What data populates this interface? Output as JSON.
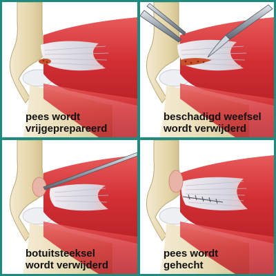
{
  "panels": [
    {
      "step": "pees-vrijgeprepareerd",
      "caption": [
        "pees wordt",
        "vrijgeprepareerd"
      ]
    },
    {
      "step": "weefsel-verwijderd",
      "caption": [
        "beschadigd weefsel",
        "wordt verwijderd"
      ]
    },
    {
      "step": "botuitsteeksel-verwijderd",
      "caption": [
        "botuitsteeksel",
        "wordt verwijderd"
      ]
    },
    {
      "step": "pees-gehecht",
      "caption": [
        "pees wordt",
        "gehecht"
      ]
    }
  ],
  "colors": {
    "frame": "#1f8a7e",
    "bone": "#e8dcb4",
    "muscle": "#d93a3a",
    "tendon": "#dfe6ef",
    "lesion": "#c8502a",
    "instrument": "#9aa3ad"
  }
}
